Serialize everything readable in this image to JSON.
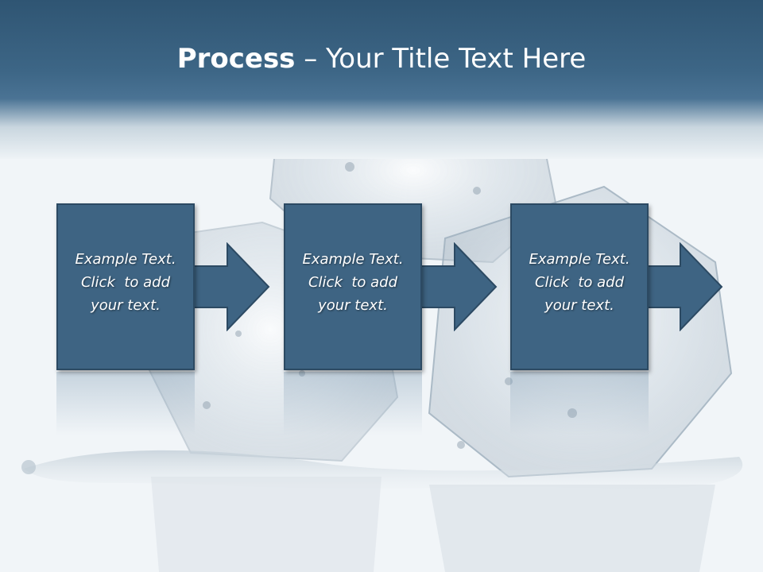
{
  "slide": {
    "title_bold": "Process",
    "title_rest": " – Your Title Text Here"
  },
  "steps": [
    {
      "line1": "Example Text.",
      "line2": "Click  to add",
      "line3": "your text."
    },
    {
      "line1": "Example Text.",
      "line2": "Click  to add",
      "line3": "your text."
    },
    {
      "line1": "Example Text.",
      "line2": "Click  to add",
      "line3": "your text."
    }
  ],
  "colors": {
    "header": "#3d6686",
    "box_fill": "#3e6483",
    "box_border": "#2c4a63",
    "background": "#f1f5f8"
  }
}
